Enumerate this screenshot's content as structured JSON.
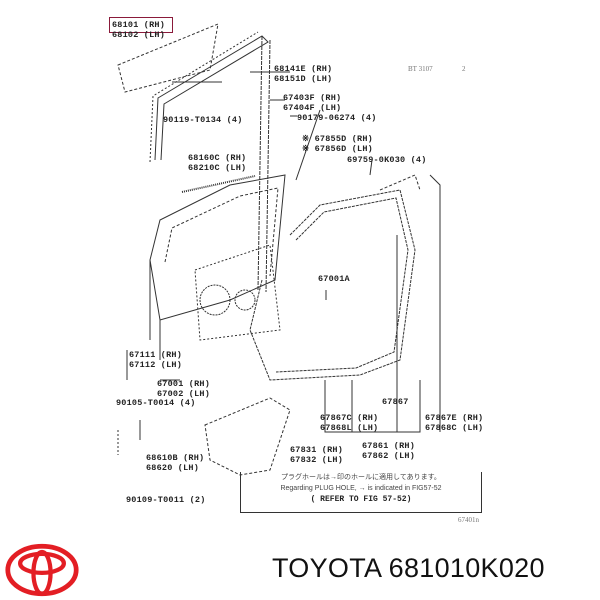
{
  "diagram": {
    "title_code": "BT 3107",
    "page_marker": "2",
    "figure_id": "67401n",
    "highlighted_part": "68101",
    "labels": [
      {
        "id": "window-glass",
        "lines": [
          "68101 (RH)",
          "68102 (LH)"
        ],
        "highlighted": true
      },
      {
        "id": "run-channel",
        "lines": [
          "68141E (RH)",
          "68151D (LH)"
        ]
      },
      {
        "id": "window-frame",
        "lines": [
          "67403F (RH)",
          "67404F (LH)"
        ]
      },
      {
        "id": "bolt-a",
        "lines": [
          "90179-06274 (4)"
        ]
      },
      {
        "id": "bolt-b",
        "lines": [
          "90119-T0134 (4)"
        ]
      },
      {
        "id": "moulding",
        "lines": [
          "※ 67855D (RH)",
          "※ 67856D (LH)"
        ]
      },
      {
        "id": "clip",
        "lines": [
          "69759-0K030 (4)"
        ]
      },
      {
        "id": "weatherstrip-belt",
        "lines": [
          "68160C (RH)",
          "68210C (LH)"
        ]
      },
      {
        "id": "panel-bracket",
        "lines": [
          "67001A"
        ]
      },
      {
        "id": "hinge",
        "lines": [
          "67111 (RH)",
          "67112 (LH)"
        ]
      },
      {
        "id": "door-panel",
        "lines": [
          "67001 (RH)",
          "67002 (LH)"
        ]
      },
      {
        "id": "bolt-c",
        "lines": [
          "90105-T0014 (4)"
        ]
      },
      {
        "id": "check",
        "lines": [
          "68610B (RH)",
          "68620 (LH)"
        ]
      },
      {
        "id": "bolt-d",
        "lines": [
          "90109-T0011 (2)"
        ]
      },
      {
        "id": "seal",
        "lines": [
          "67831 (RH)",
          "67832 (LH)"
        ]
      },
      {
        "id": "weatherstrip-main",
        "lines": [
          "67861 (RH)",
          "67862 (LH)"
        ]
      },
      {
        "id": "weatherstrip-center",
        "lines": [
          "67867"
        ]
      },
      {
        "id": "weatherstrip-front",
        "lines": [
          "67867C (RH)",
          "67868L (LH)"
        ]
      },
      {
        "id": "weatherstrip-rear",
        "lines": [
          "67867E (RH)",
          "67868C (LH)"
        ]
      }
    ],
    "note": {
      "jp": "プラグホールは→印のホールに適用してあります。",
      "en": "Regarding PLUG HOLE, → is indicated in FIG57-52",
      "ref": "( REFER TO FIG 57-52)"
    }
  },
  "footer": {
    "brand": "TOYOTA",
    "part_number": "681010K020",
    "title": "TOYOTA 681010K020",
    "logo_color": "#e31e24"
  }
}
